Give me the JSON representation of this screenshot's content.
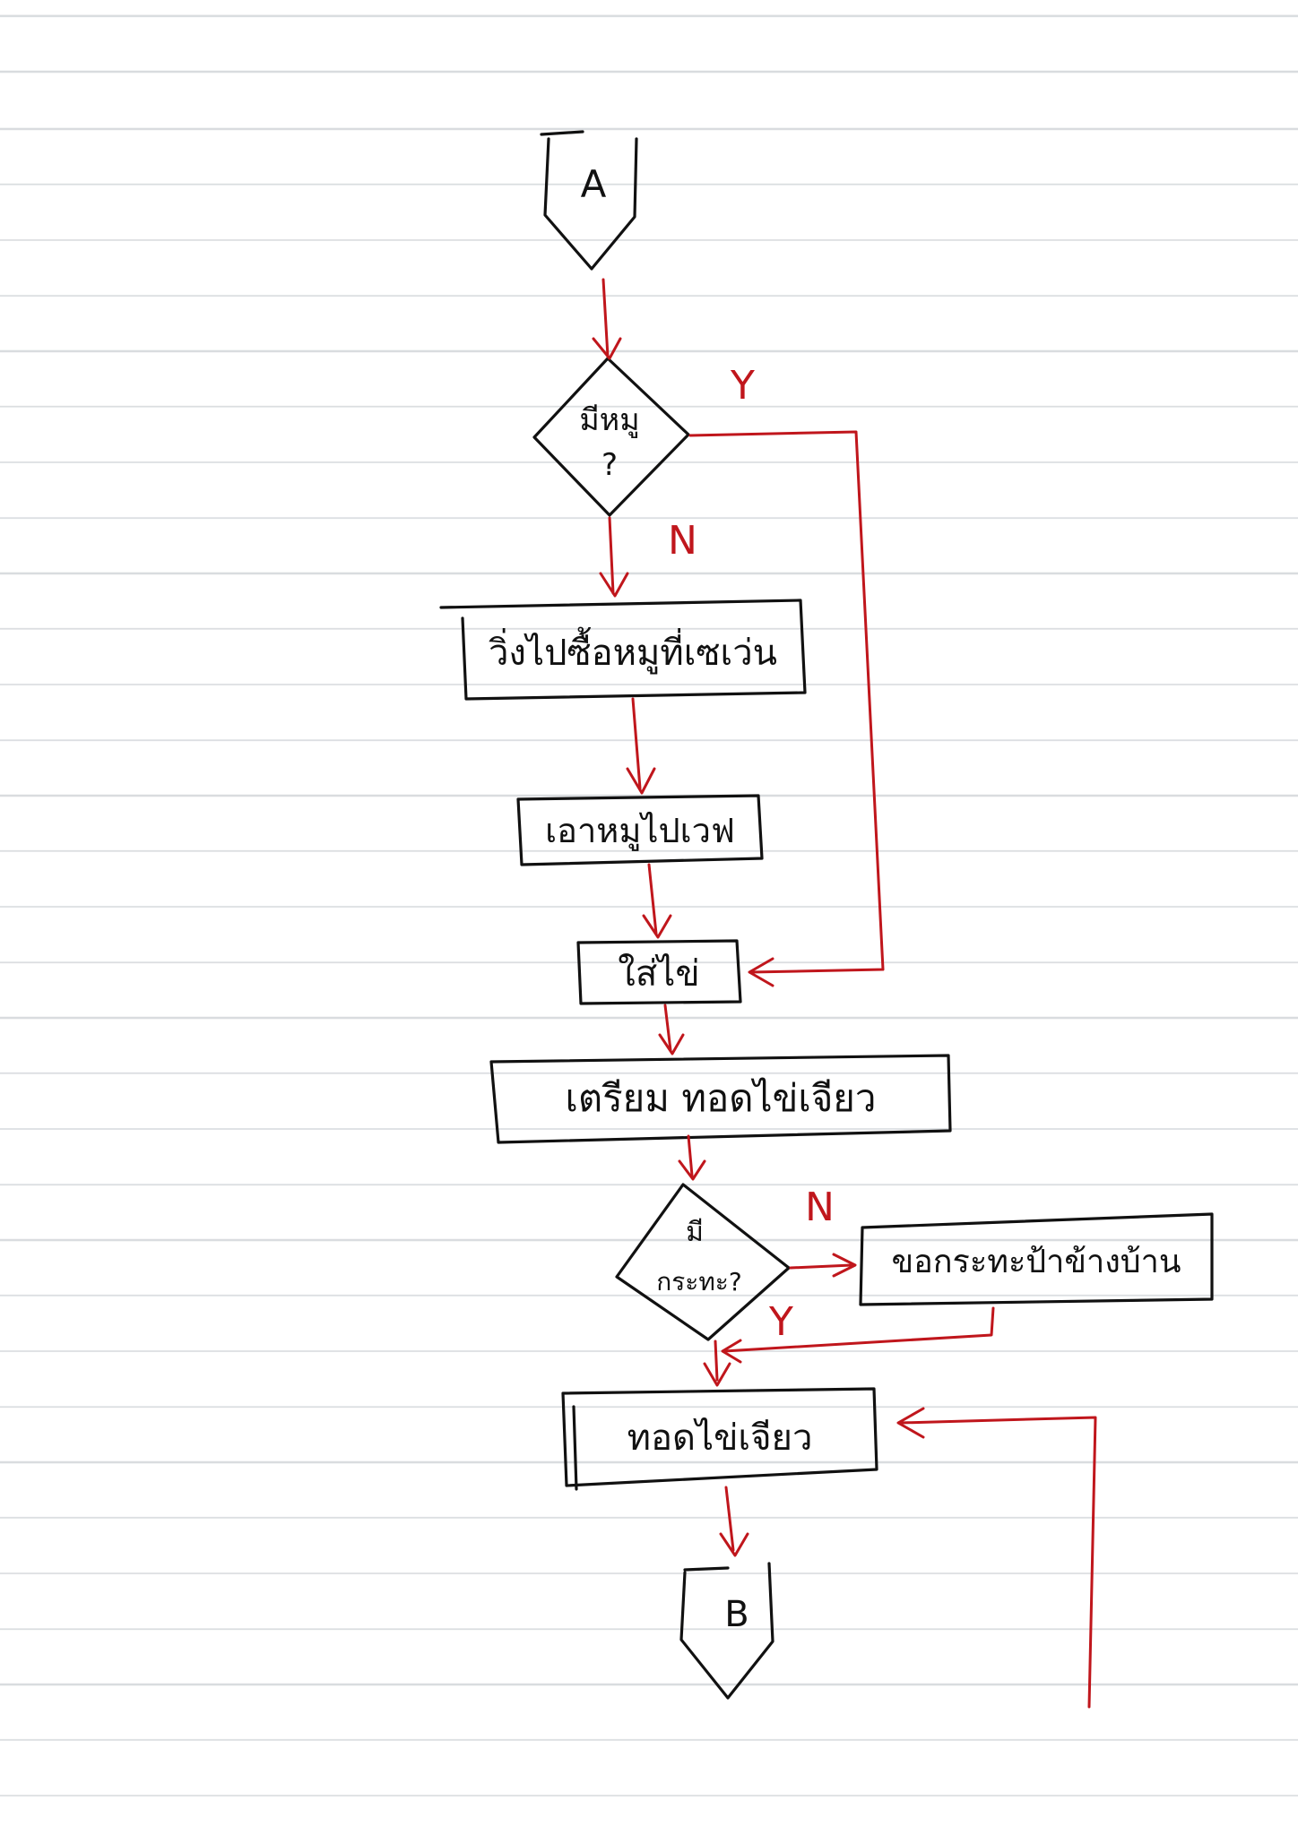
{
  "connectors": {
    "start": "A",
    "end": "B"
  },
  "decisions": {
    "has_pork": {
      "line1": "มีหมู",
      "line2": "?"
    },
    "has_pan": {
      "line1": "มี",
      "line2": "กระทะ?"
    }
  },
  "processes": {
    "buy_pork": "วิ่งไปซื้อหมูที่เซเว่น",
    "microwave": "เอาหมูไปเวฟ",
    "add_egg": "ใส่ไข่",
    "prepare": "เตรียม ทอดไข่เจียว",
    "borrow_pan": "ขอกระทะป้าข้างบ้าน",
    "fry": "ทอดไข่เจียว"
  },
  "branch_labels": {
    "has_pork_yes": "Y",
    "has_pork_no": "N",
    "has_pan_no": "N",
    "has_pan_yes": "Y"
  },
  "colors": {
    "ink": "#111111",
    "flow": "#c0161c",
    "rule": "#d9dcdf"
  }
}
